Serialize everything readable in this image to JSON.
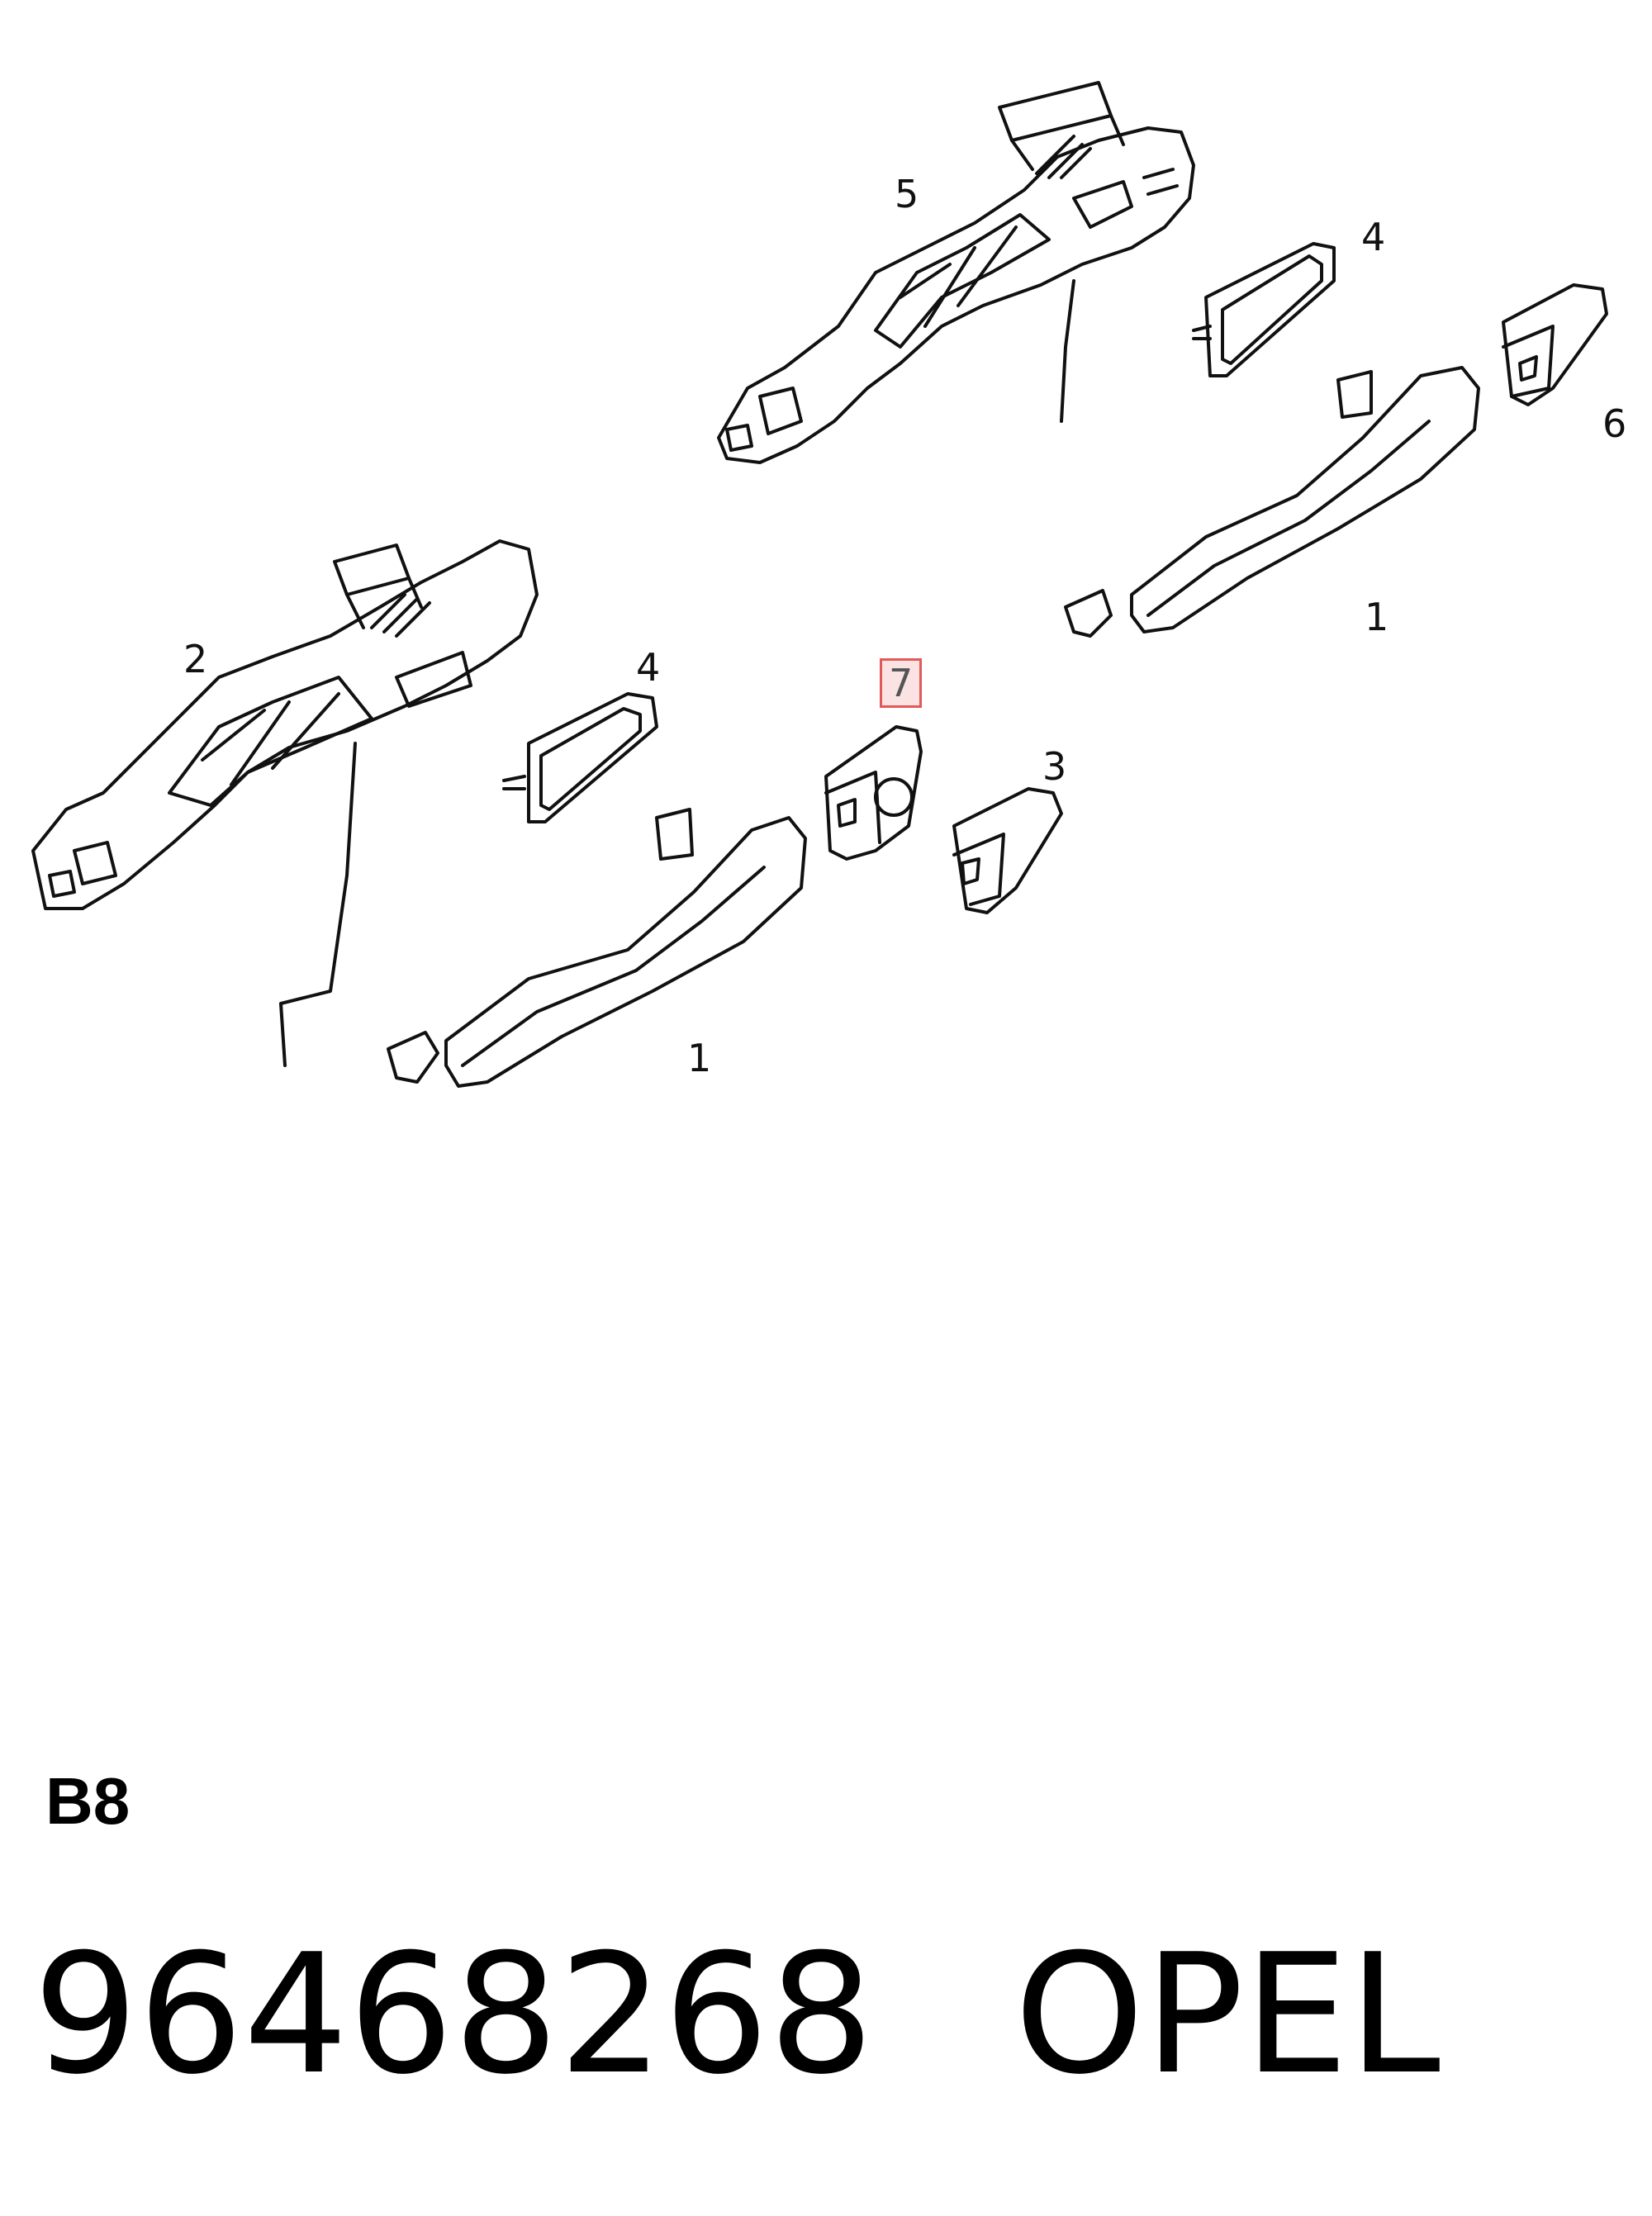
{
  "callouts": {
    "c5": "5",
    "c4_top": "4",
    "c6": "6",
    "c1_right": "1",
    "c2": "2",
    "c4_left": "4",
    "c7": "7",
    "c3": "3",
    "c1_left": "1"
  },
  "section_code": "B8",
  "footer": {
    "part_number": "96468268",
    "brand": "OPEL"
  },
  "colors": {
    "line": "#111111",
    "highlight_border": "#e05a5a",
    "highlight_fill": "#fbe3e3"
  }
}
